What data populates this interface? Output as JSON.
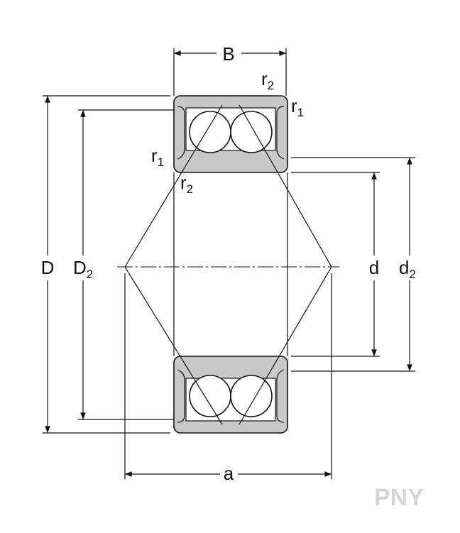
{
  "diagram": {
    "labels": {
      "B": "B",
      "D": "D",
      "D2_main": "D",
      "D2_sub": "2",
      "d": "d",
      "d2_main": "d",
      "d2_sub": "2",
      "a": "a",
      "r_main": "r",
      "r1_sub": "1",
      "r2_sub": "2"
    },
    "watermark": "PNY",
    "colors": {
      "ring_fill": "#c8c8c8",
      "line": "#111111",
      "watermark": "#d4d4d4"
    }
  }
}
